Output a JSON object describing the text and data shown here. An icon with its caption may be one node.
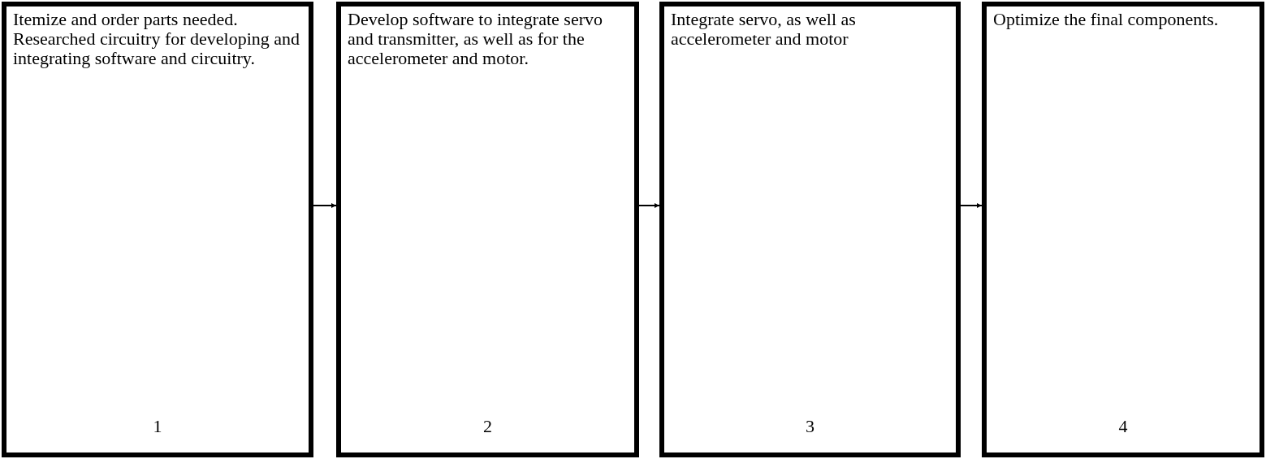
{
  "diagram": {
    "nodes": [
      {
        "text": [
          "Itemize and order parts needed.  Researched circuitry for developing and integrating software and circuitry.",
          "1"
        ]
      },
      {
        "text": [
          "Develop software to integrate servo and transmitter, as well as for the accelerometer and motor.",
          "2"
        ]
      },
      {
        "text": [
          "Integrate servo, as well as accelerometer and motor",
          "3"
        ]
      },
      {
        "text": [
          "Optimize the final components.",
          "4"
        ]
      }
    ],
    "edges": [
      {
        "from": 0,
        "to": 1,
        "arrow": "to"
      },
      {
        "from": 1,
        "to": 2,
        "arrow": "to"
      },
      {
        "from": 2,
        "to": 3,
        "arrow": "to"
      }
    ]
  }
}
